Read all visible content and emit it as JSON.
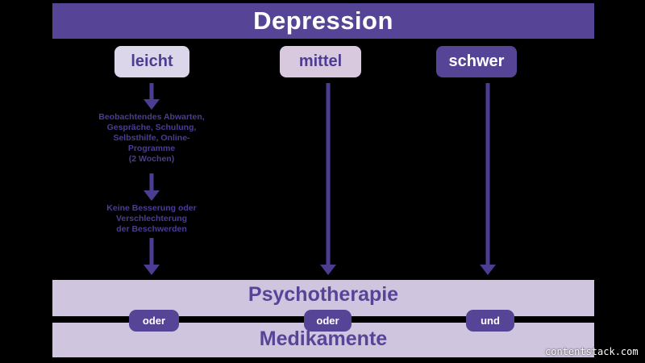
{
  "header": {
    "title": "Depression"
  },
  "severity_levels": [
    {
      "label": "leicht"
    },
    {
      "label": "mittel"
    },
    {
      "label": "schwer"
    }
  ],
  "mild_path": {
    "step1_lines": [
      "Beobachtendes Abwarten,",
      "Gespräche, Schulung,",
      "Selbsthilfe, Online-",
      "Programme",
      "(2 Wochen)"
    ],
    "step2_lines": [
      "Keine Besserung oder",
      "Verschlechterung",
      "der Beschwerden"
    ]
  },
  "treatments": {
    "top": "Psychotherapie",
    "bottom": "Medikamente",
    "connectors": [
      "oder",
      "oder",
      "und"
    ]
  },
  "colors": {
    "background": "#000000",
    "primary_purple": "#564596",
    "arrow_purple": "#4c3d92",
    "box_light_lavender": "#dcd6ea",
    "box_pink_lavender": "#d8c9df",
    "panel_lavender": "#cfc5df",
    "text_white": "#ffffff"
  },
  "watermark": "contentstack.com"
}
